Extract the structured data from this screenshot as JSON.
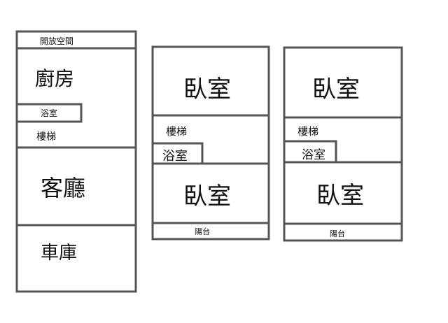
{
  "floor1": {
    "open_space": "開放空間",
    "kitchen": "廚房",
    "bathroom": "浴室",
    "stairs": "樓梯",
    "living_room": "客廳",
    "garage": "車庫"
  },
  "floor2": {
    "bedroom_top": "臥室",
    "stairs": "樓梯",
    "bathroom": "浴室",
    "bedroom_bottom": "臥室",
    "balcony": "陽台"
  },
  "floor3": {
    "bedroom_top": "臥室",
    "stairs": "樓梯",
    "bathroom": "浴室",
    "bedroom_bottom": "臥室",
    "balcony": "陽台"
  },
  "colors": {
    "wall": "#555555",
    "text": "#111111",
    "background": "#ffffff"
  }
}
